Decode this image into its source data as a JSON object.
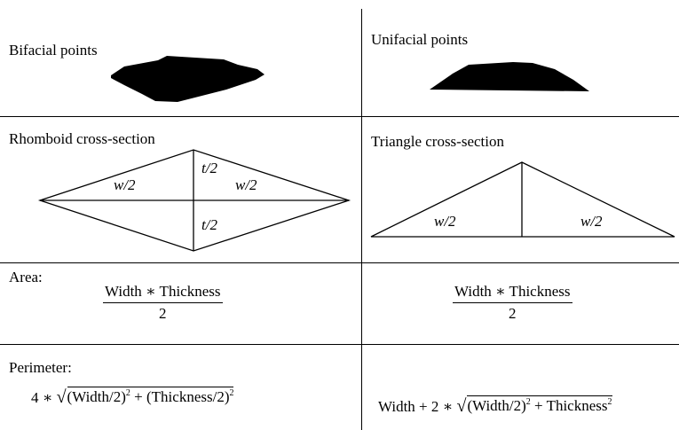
{
  "bifacial": {
    "title": "Bifacial points"
  },
  "unifacial": {
    "title": "Unifacial points"
  },
  "rhomboid": {
    "title": "Rhomboid cross-section",
    "half_width_left": "w/2",
    "half_width_right": "w/2",
    "half_thickness_top": "t/2",
    "half_thickness_bottom": "t/2"
  },
  "triangle": {
    "title": "Triangle cross-section",
    "half_width_left": "w/2",
    "half_width_right": "w/2"
  },
  "area": {
    "label": "Area:",
    "left_numerator": "Width ∗ Thickness",
    "left_denominator": "2",
    "right_numerator": "Width ∗ Thickness",
    "right_denominator": "2"
  },
  "perimeter": {
    "label": "Perimeter:",
    "left": {
      "prefix": "4 ∗",
      "radicand_a": "(Width/2)",
      "exp_a": "2",
      "plus": " + ",
      "radicand_b": "(Thickness/2)",
      "exp_b": "2"
    },
    "right": {
      "prefix": "Width + 2 ∗",
      "radicand_a": "(Width/2)",
      "exp_a": "2",
      "plus": " + ",
      "radicand_b": "Thickness",
      "exp_b": "2"
    }
  },
  "colors": {
    "fill": "#000000",
    "line": "#000000",
    "background": "#ffffff"
  }
}
